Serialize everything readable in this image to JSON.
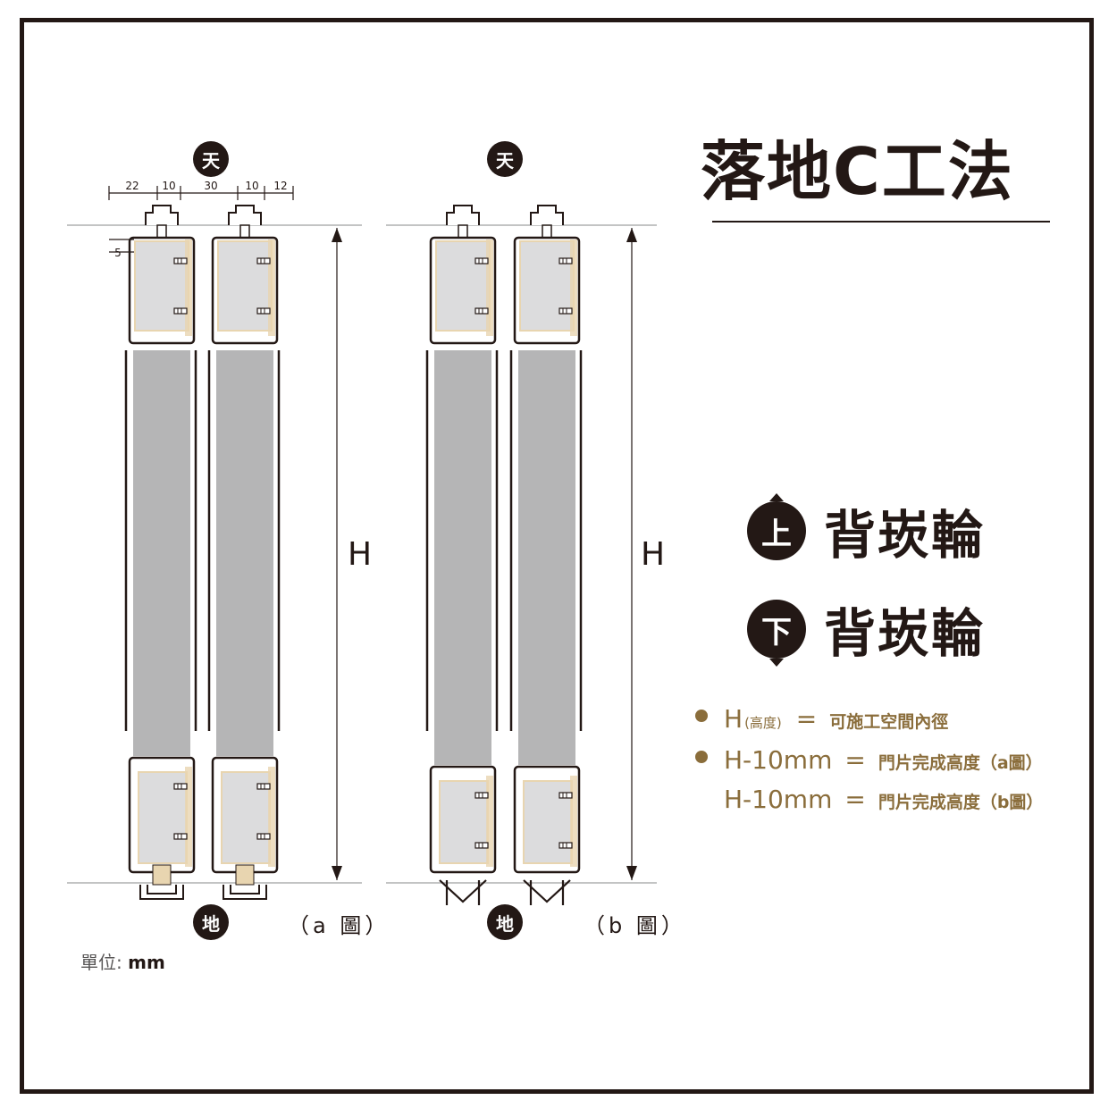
{
  "title": "落地C工法",
  "marks": {
    "top": "天",
    "bottom": "地"
  },
  "dimensions": {
    "d1": "22",
    "d2": "10",
    "d3": "30",
    "d4": "10",
    "d5": "12",
    "d6": "5"
  },
  "height_symbol": "H",
  "figures": {
    "a": "（a 圖）",
    "b": "（b 圖）"
  },
  "wheels": [
    {
      "badge": "上",
      "label": "背崁輪"
    },
    {
      "badge": "下",
      "label": "背崁輪"
    }
  ],
  "notes": [
    {
      "symbol": "H",
      "qualifier": "(高度)",
      "eq": "=",
      "desc": "可施工空間內徑",
      "bullet": true
    },
    {
      "symbol": "H-10mm",
      "qualifier": "",
      "eq": "=",
      "desc": "門片完成高度（a圖）",
      "bullet": true
    },
    {
      "symbol": "H-10mm",
      "qualifier": "",
      "eq": "=",
      "desc": "門片完成高度（b圖）",
      "bullet": false
    }
  ],
  "unit": {
    "label": "單位:",
    "value": "mm"
  },
  "colors": {
    "ink": "#231815",
    "accent": "#8a6d3b",
    "panel": "#b5b5b6",
    "glass": "#dcdcdd",
    "wood": "#e8d5b0"
  }
}
